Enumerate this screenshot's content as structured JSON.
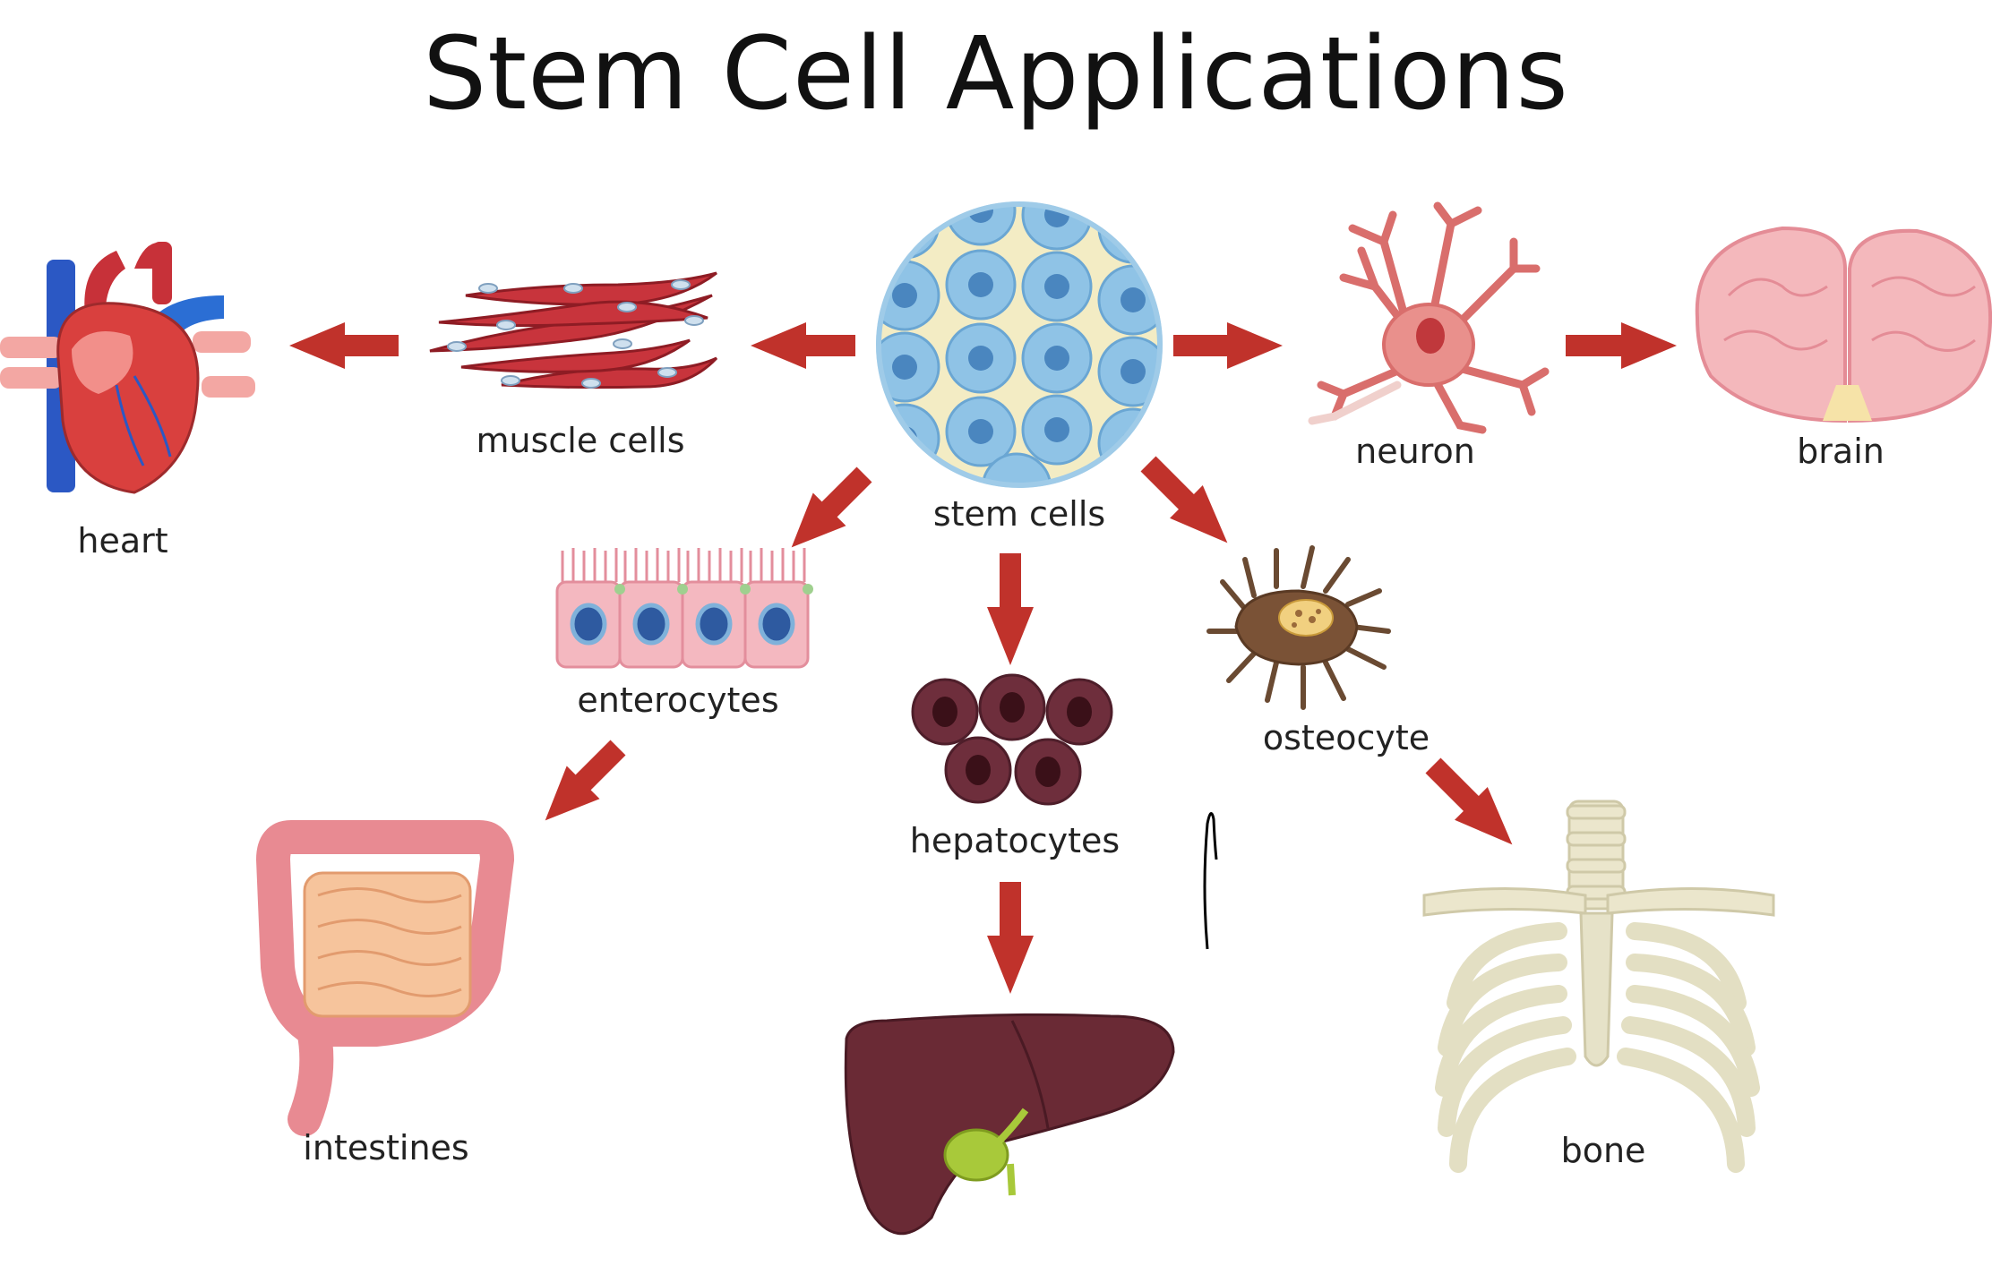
{
  "title": "Stem Cell Applications",
  "labels": {
    "stem_cells": "stem cells",
    "muscle_cells": "muscle cells",
    "heart": "heart",
    "neuron": "neuron",
    "brain": "brain",
    "enterocytes": "enterocytes",
    "intestines": "intestines",
    "hepatocytes": "hepatocytes",
    "osteocyte": "osteocyte",
    "bone": "bone"
  },
  "colors": {
    "arrow": "#c0322b",
    "stem_cell": "#8fc3e6",
    "muscle": "#c8343c",
    "heart": "#d9403e",
    "neuron": "#e9908c",
    "brain": "#f4b8bc",
    "enterocyte": "#f4b8c0",
    "intestine": "#e88a92",
    "hepatocyte": "#6e2e3c",
    "liver": "#6a2a35",
    "osteocyte": "#7a5236",
    "bone": "#e6e2c8"
  }
}
